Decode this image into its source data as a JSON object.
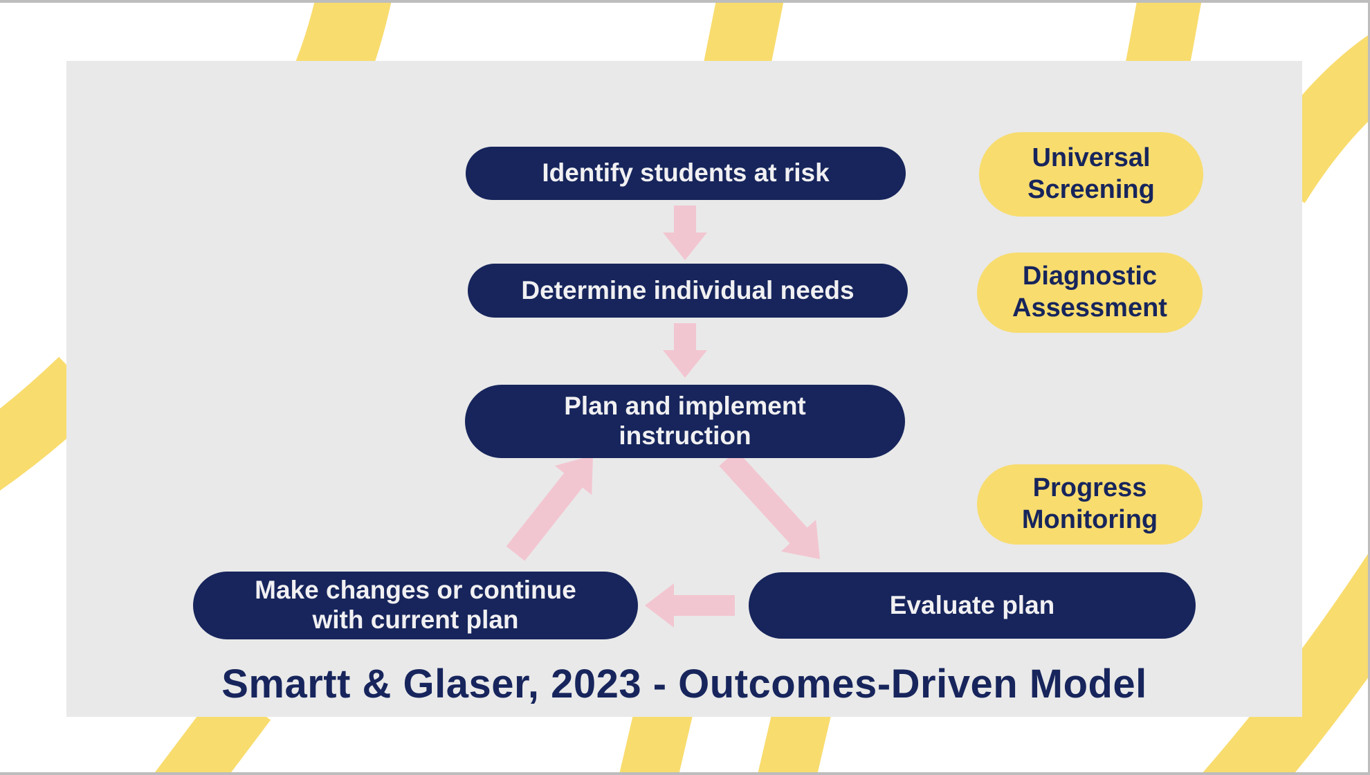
{
  "theme": {
    "navy": "#17255C",
    "yellow": "#F8DC6E",
    "pink": "#F2C6D1",
    "panel_gray": "#E9E9E9",
    "background": "#FFFFFF",
    "frame_gray": "#BDBDBD",
    "box_text": "#F1F0F2"
  },
  "diagram": {
    "flow_boxes": [
      {
        "id": "identify",
        "label": "Identify students at risk"
      },
      {
        "id": "determine",
        "label": "Determine individual needs"
      },
      {
        "id": "plan",
        "label": "Plan and implement instruction"
      },
      {
        "id": "make-changes",
        "label": "Make changes or continue with current plan"
      },
      {
        "id": "evaluate",
        "label": "Evaluate plan"
      }
    ],
    "stage_pills": [
      {
        "id": "universal-screening",
        "label": "Universal Screening"
      },
      {
        "id": "diagnostic-assessment",
        "label": "Diagnostic Assessment"
      },
      {
        "id": "progress-monitoring",
        "label": "Progress Monitoring"
      }
    ],
    "caption": "Smartt & Glaser, 2023 - Outcomes-Driven Model"
  }
}
